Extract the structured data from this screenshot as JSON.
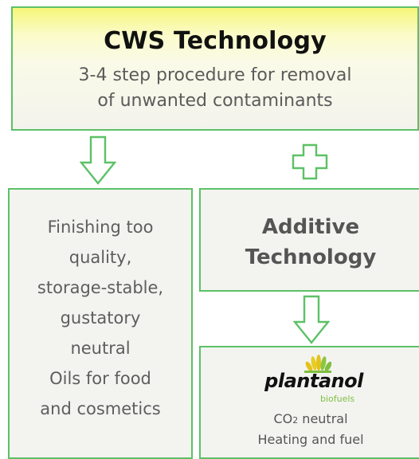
{
  "top": {
    "title": "CWS Technology",
    "subtitle_line1": "3-4 step procedure for removal",
    "subtitle_line2": "of unwanted contaminants"
  },
  "left": {
    "text": "Finishing too\nquality,\nstorage-stable,\ngustatory\nneutral\nOils for food\nand cosmetics"
  },
  "right": {
    "text": "Additive\nTechnology"
  },
  "bottom": {
    "brand_name": "plantanol",
    "brand_sub": "biofuels",
    "line1_prefix": "CO",
    "line1_sub": "2",
    "line1_suffix": " neutral",
    "line2": "Heating and fuel"
  },
  "colors": {
    "border": "#5cc166",
    "title": "#111111",
    "body_text": "#5b5b5b",
    "brand_green": "#7fbf3f",
    "brand_yellow": "#e3c21a"
  },
  "icons": [
    "arrow-down-icon",
    "plus-icon",
    "arrow-down-icon",
    "plantanol-logo-icon"
  ]
}
